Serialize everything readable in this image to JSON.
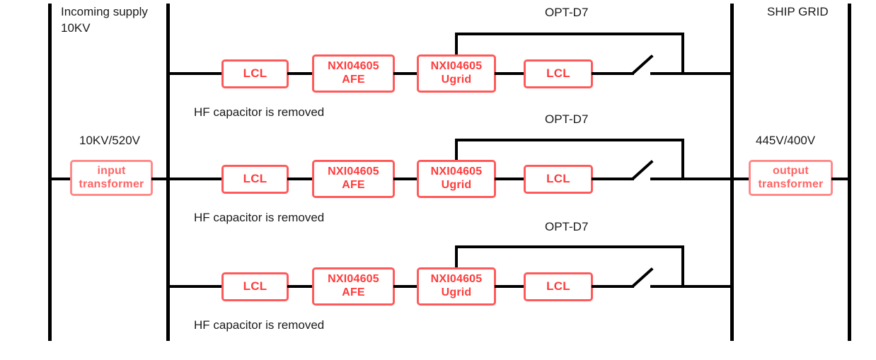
{
  "diagram": {
    "title_left": "Incoming supply\n10KV",
    "title_right": "SHIP GRID",
    "input_rating": "10KV/520V",
    "output_rating": "445V/400V",
    "input_transformer_l1": "input",
    "input_transformer_l2": "transformer",
    "output_transformer_l1": "output",
    "output_transformer_l2": "transformer",
    "bypass_label": "OPT-D7",
    "note": "HF capacitor is removed",
    "lcl_label": "LCL",
    "afe_l1": "NXI04605",
    "afe_l2": "AFE",
    "ugrid_l1": "NXI04605",
    "ugrid_l2": "Ugrid",
    "colors": {
      "box_border": "#ff5a5a",
      "box_text": "#ff3b3b",
      "transformer_border": "#ff8a8a",
      "transformer_text": "#ff6464",
      "wire": "#000000",
      "text": "#1a1a1a",
      "background": "#ffffff"
    },
    "rows": [
      {
        "name": "row-1",
        "bypass_label": "OPT-D7",
        "note": "HF capacitor is removed",
        "lcl_label": "LCL",
        "afe_l1": "NXI04605",
        "afe_l2": "AFE",
        "ugrid_l1": "NXI04605",
        "ugrid_l2": "Ugrid",
        "lcl2_label": "LCL"
      },
      {
        "name": "row-2",
        "bypass_label": "OPT-D7",
        "note": "HF capacitor is removed",
        "lcl_label": "LCL",
        "afe_l1": "NXI04605",
        "afe_l2": "AFE",
        "ugrid_l1": "NXI04605",
        "ugrid_l2": "Ugrid",
        "lcl2_label": "LCL"
      },
      {
        "name": "row-3",
        "bypass_label": "OPT-D7",
        "note": "HF capacitor is removed",
        "lcl_label": "LCL",
        "afe_l1": "NXI04605",
        "afe_l2": "AFE",
        "ugrid_l1": "NXI04605",
        "ugrid_l2": "Ugrid",
        "lcl2_label": "LCL"
      }
    ]
  }
}
